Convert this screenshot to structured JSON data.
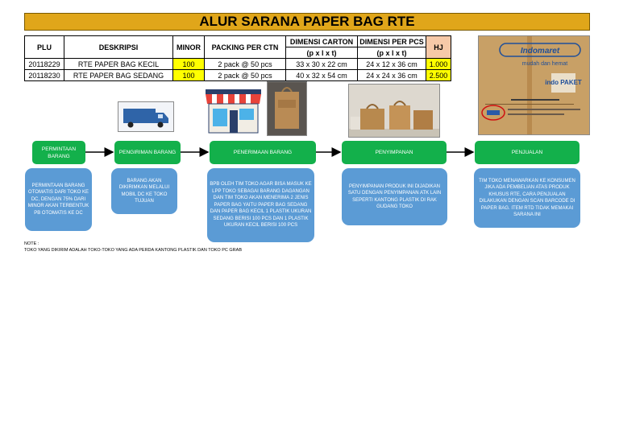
{
  "title": "ALUR SARANA PAPER BAG RTE",
  "table": {
    "headers": {
      "plu": "PLU",
      "deskripsi": "DESKRIPSI",
      "minor": "MINOR",
      "packing": "PACKING PER CTN",
      "carton": "DIMENSI CARTON",
      "carton_unit": "(p x l x t)",
      "pcs": "DIMENSI PER PCS",
      "pcs_unit": "(p x l x t)",
      "hj": "HJ"
    },
    "rows": [
      {
        "plu": "20118229",
        "deskripsi": "RTE PAPER BAG KECIL",
        "minor": "100",
        "packing": "2 pack @ 50 pcs",
        "carton": "33 x 30 x 22 cm",
        "pcs": "24 x 12 x 36 cm",
        "hj": "1.000"
      },
      {
        "plu": "20118230",
        "deskripsi": "RTE PAPER BAG SEDANG",
        "minor": "100",
        "packing": "2 pack @ 50 pcs",
        "carton": "40 x 32 x 54 cm",
        "pcs": "24 x 24 x 36 cm",
        "hj": "2.500"
      }
    ]
  },
  "bag_photo": {
    "brand": "Indomaret",
    "tagline": "mudah dan hemat",
    "sub_brand": "indo PAKET"
  },
  "steps": [
    {
      "label": "PERMINTAAN BARANG",
      "desc": "PERMINTAAN BARANG OTOMATIS DARI TOKO KE DC, DENGAN 75% DARI MINOR AKAN TERBENTUK PB OTOMATIS KE DC"
    },
    {
      "label": "PENGIRIMAN BARANG",
      "desc": "BARANG AKAN DIKIRIMKAN MELALUI MOBIL DC KE TOKO TUJUAN"
    },
    {
      "label": "PENERIMAAN BARANG",
      "desc": "BPB OLEH TIM TOKO AGAR BISA MASUK KE LPP TOKO SEBAGAI BARANG DAGANGAN DAN TIM TOKO AKAN MENERIMA 2 JENIS PAPER BAG YAITU PAPER BAG SEDANG DAN PAPER BAG KECIL 1 PLASTIK UKURAN SEDANG BERISI 100 PCS DAN 1 PLASTIK UKURAN KECIL BERISI 100 PCS"
    },
    {
      "label": "PENYIMPANAN",
      "desc": "PENYIMPANAN PRODUK INI DIJADIKAN SATU DENGAN PENYIMPANAN ATK LAIN SEPERTI KANTONG PLASTIK DI RAK GUDANG TOKO"
    },
    {
      "label": "PENJUALAN",
      "desc": "TIM TOKO MENAWARKAN KE KONSUMEN JIKA ADA PEMBELIAN ATAS PRODUK KHUSUS RTE, CARA PENJUALAN DILAKUKAN DENGAN SCAN BARCODE DI PAPER BAG. ITEM RTD TIDAK MEMAKAI SARANA INI"
    }
  ],
  "note": {
    "label": "NOTE :",
    "text": "TOKO YANG DIKIRIM ADALAH TOKO-TOKO YANG ADA PERDA KANTONG PLASTIK DAN TOKO PC GRAB"
  }
}
